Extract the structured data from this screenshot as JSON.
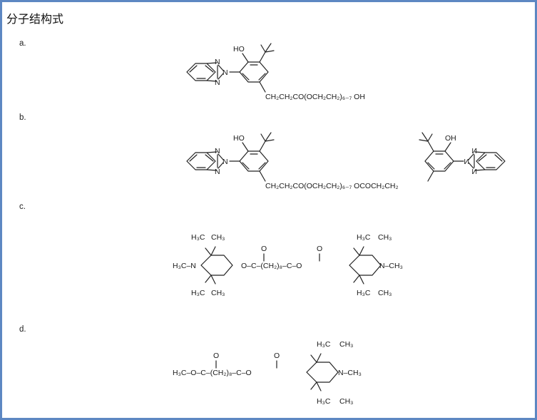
{
  "document": {
    "title": "分子结构式",
    "labels": [
      "a.",
      "b.",
      "c.",
      "d."
    ]
  },
  "structures": {
    "a": {
      "phenol": "HO",
      "chain": "CH₂CH₂CO(OCH₂CH₂)₆₋₇ OH"
    },
    "b": {
      "phenol_left": "HO",
      "phenol_right": "OH",
      "chain": "CH₂CH₂CO(OCH₂CH₂)₆₋₇ OCOCH₂CH₂"
    },
    "c": {
      "chain": "O–C–(CH₂)₈–C–O",
      "ch3": "CH₃",
      "h3c": "H₃C"
    },
    "d": {
      "chain": "H₃C–O–C–(CH₂)₈–C–O",
      "ch3": "CH₃",
      "h3c": "H₃C"
    }
  }
}
